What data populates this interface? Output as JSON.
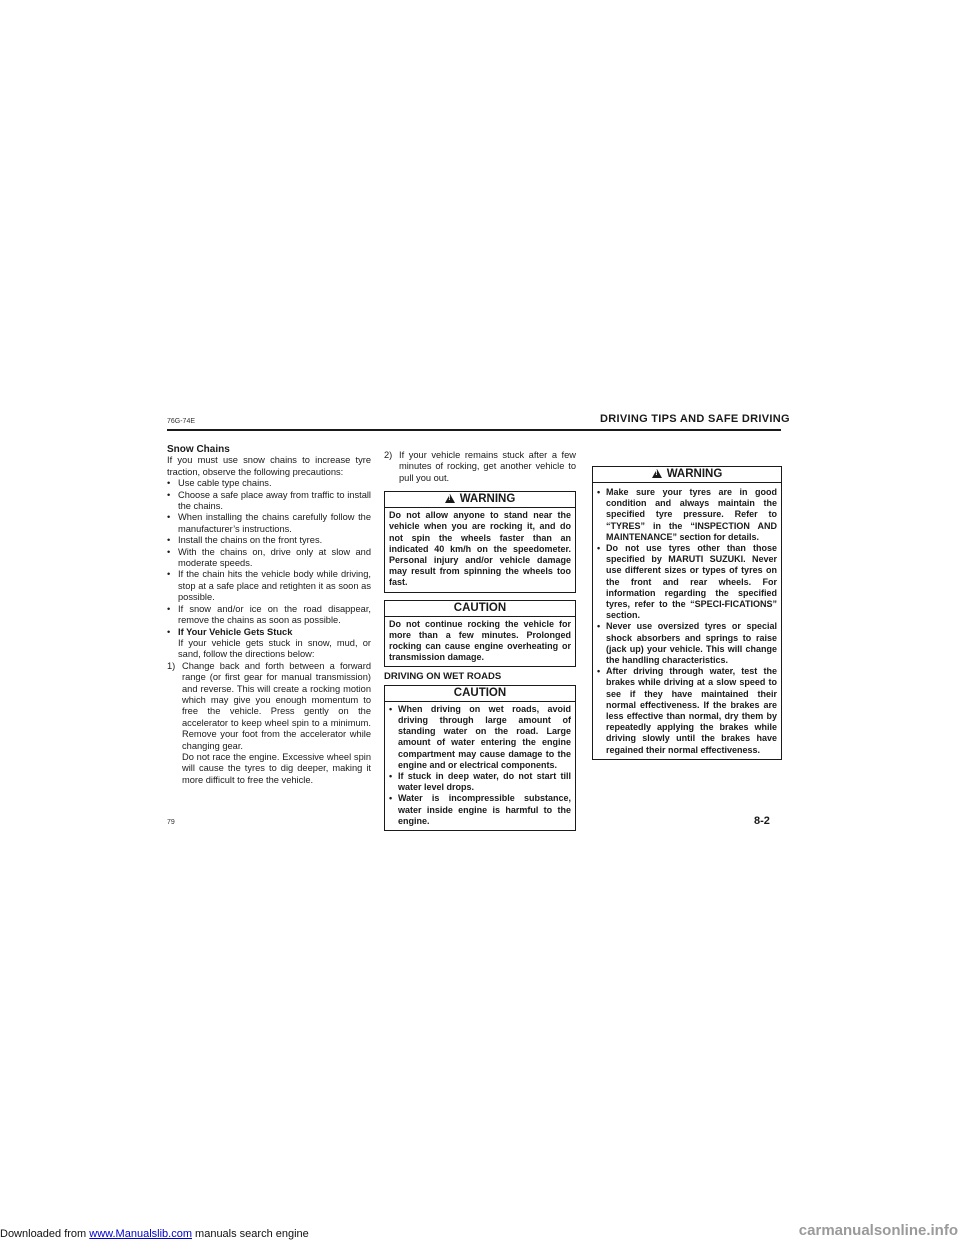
{
  "header": {
    "code": "76G-74E",
    "section_title": "DRIVING TIPS AND SAFE DRIVING"
  },
  "footer": {
    "page_number": "79",
    "section_number": "8-2",
    "downloaded_prefix": "Downloaded from ",
    "site_link": "www.Manualslib.com",
    "downloaded_suffix": " manuals search engine",
    "watermark": "carmanualsonline.info"
  },
  "col1": {
    "heading": "Snow Chains",
    "intro": "If you must use snow chains to increase tyre traction, observe the following precautions:",
    "bullets": [
      "Use cable type chains.",
      "Choose a safe place away from traffic to install the chains.",
      "When installing the chains carefully follow the manufacturer’s instructions.",
      "Install the chains on the front tyres.",
      "With the chains on, drive only at slow and moderate speeds.",
      "If the chain hits the vehicle body while driving, stop at a safe place and retighten it as soon as possible.",
      "If snow and/or ice on the road disappear, remove the chains as soon as possible."
    ],
    "stuck_heading": "If Your Vehicle Gets Stuck",
    "stuck_intro": "If your vehicle gets stuck in snow, mud, or sand, follow the directions below:",
    "step1_num": "1)",
    "step1": "Change back and forth between a forward range (or first gear for manual transmission) and reverse. This will create a rocking motion which may give you enough momentum to free the vehicle. Press gently on the accelerator to keep wheel spin to a minimum. Remove your foot from the accelerator while changing gear.",
    "step1_extra": "Do not race the engine. Excessive wheel spin will cause the tyres to dig deeper, making it more difficult to free the vehicle."
  },
  "col2": {
    "step2_num": "2)",
    "step2": "If your vehicle remains stuck after a few minutes of rocking, get another vehicle to pull you out.",
    "warning_title": "WARNING",
    "warning_text": "Do not allow anyone to stand near the vehicle when you are rocking it, and do not spin the wheels faster than an indicated 40 km/h on the speedometer. Personal injury and/or vehicle damage may result from spinning the wheels too fast.",
    "caution1_title": "CAUTION",
    "caution1_text": "Do not continue rocking the vehicle for more than a few minutes. Prolonged rocking can cause engine overheating or transmission damage.",
    "wet_heading": "DRIVING ON WET ROADS",
    "caution2_title": "CAUTION",
    "caution2_items": [
      "When driving on wet roads, avoid driving through large amount of standing water on the road. Large amount of water entering the engine compartment may cause damage to the engine and or electrical components.",
      "If stuck in deep water, do not start till water level drops.",
      "Water is incompressible substance, water inside engine is harmful to the engine."
    ]
  },
  "col3": {
    "warning_title": "WARNING",
    "items": [
      "Make sure your tyres are in good condition and always maintain the specified tyre pressure. Refer to “TYRES” in the “INSPECTION AND MAINTENANCE” section for details.",
      "Do not use tyres other than those specified by MARUTI SUZUKI. Never use different sizes or types of tyres on the front and rear wheels. For information regarding the specified tyres, refer to the “SPECI-FICATIONS” section.",
      "Never use oversized tyres or special shock absorbers and springs to raise (jack up) your vehicle. This will change the handling characteristics.",
      "After driving through water, test the brakes while driving at a slow speed to see if they have maintained their normal effectiveness.  If the brakes are less effective than normal, dry them by repeatedly applying the brakes while driving slowly until the brakes have regained their normal effectiveness."
    ]
  }
}
